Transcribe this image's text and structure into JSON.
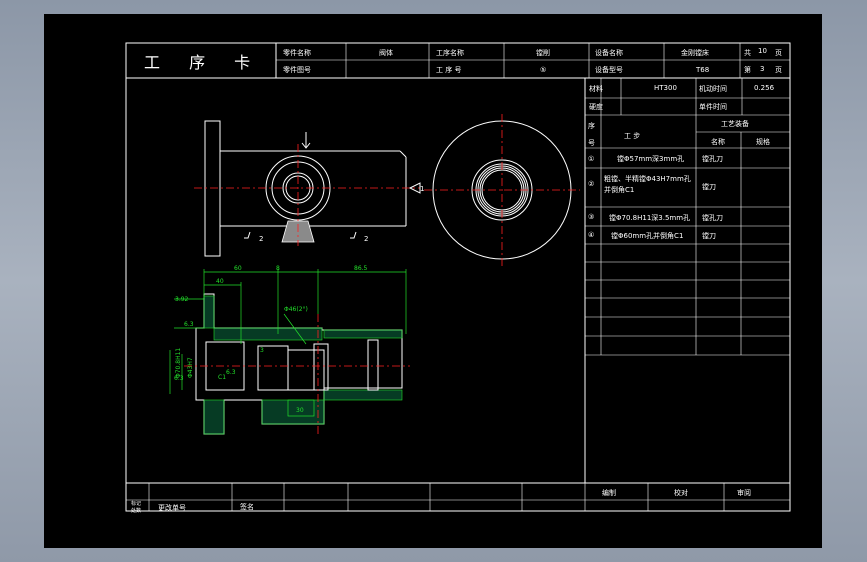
{
  "header": {
    "title": "工  序  卡",
    "part_name_label": "零件名称",
    "part_name_value": "阀体",
    "drawing_no_label": "零件图号",
    "process_name_label": "工序名称",
    "process_name_value": "镗削",
    "process_no_label": "工 序 号",
    "process_no_value": "⑤",
    "equip_name_label": "设备名称",
    "equip_name_value": "金刚镗床",
    "equip_model_label": "设备型号",
    "equip_model_value": "T68",
    "total_pages_prefix": "共",
    "total_pages": "10",
    "page_unit": "页",
    "page_no_prefix": "第",
    "page_no": "3",
    "page_unit2": "页"
  },
  "material": {
    "material_label": "材料",
    "material_value": "HT300",
    "hardness_label": "硬度",
    "machine_time_label": "机动时间",
    "machine_time_value": "0.256",
    "unit_time_label": "单件时间"
  },
  "steps_table": {
    "no_label_top": "序",
    "no_label_bottom": "号",
    "step_label": "工 步",
    "equip_label": "工艺装备",
    "name_label": "名称",
    "spec_label": "规格",
    "rows": [
      {
        "no": "①",
        "step": "镗Φ57mm深3mm孔",
        "tool": "镗孔刀"
      },
      {
        "no": "②",
        "step": "粗镗、半精镗Φ43H7mm孔并倒角C1",
        "tool": "镗刀"
      },
      {
        "no": "③",
        "step": "镗Φ70.8H11深3.5mm孔",
        "tool": "镗孔刀"
      },
      {
        "no": "④",
        "step": "镗Φ60mm孔并倒角C1",
        "tool": "镗刀"
      }
    ]
  },
  "footer": {
    "col1_top": "标记",
    "col1_bottom": "处数",
    "change_no_label": "更改单号",
    "sign_label": "签名",
    "compile_label": "编制",
    "check_label": "校对",
    "review_label": "审阅"
  },
  "drawing": {
    "view_label_1": "1",
    "section_label": "2",
    "dim_top_1": "60",
    "dim_top_2": "8",
    "dim_top_3": "86.5",
    "dim_top_4": "40",
    "dim_left_1": "3.92",
    "dim_left_2": "6.3",
    "dim_left_3": "6.3",
    "dim_left_4": "Φ70.8H11",
    "dim_left_5": "Φ43H7",
    "dim_inner_1": "Φ46(2°)",
    "dim_inner_2": "3",
    "dim_inner_3": "C1",
    "dim_inner_4": "6.3",
    "dim_bottom": "30"
  }
}
